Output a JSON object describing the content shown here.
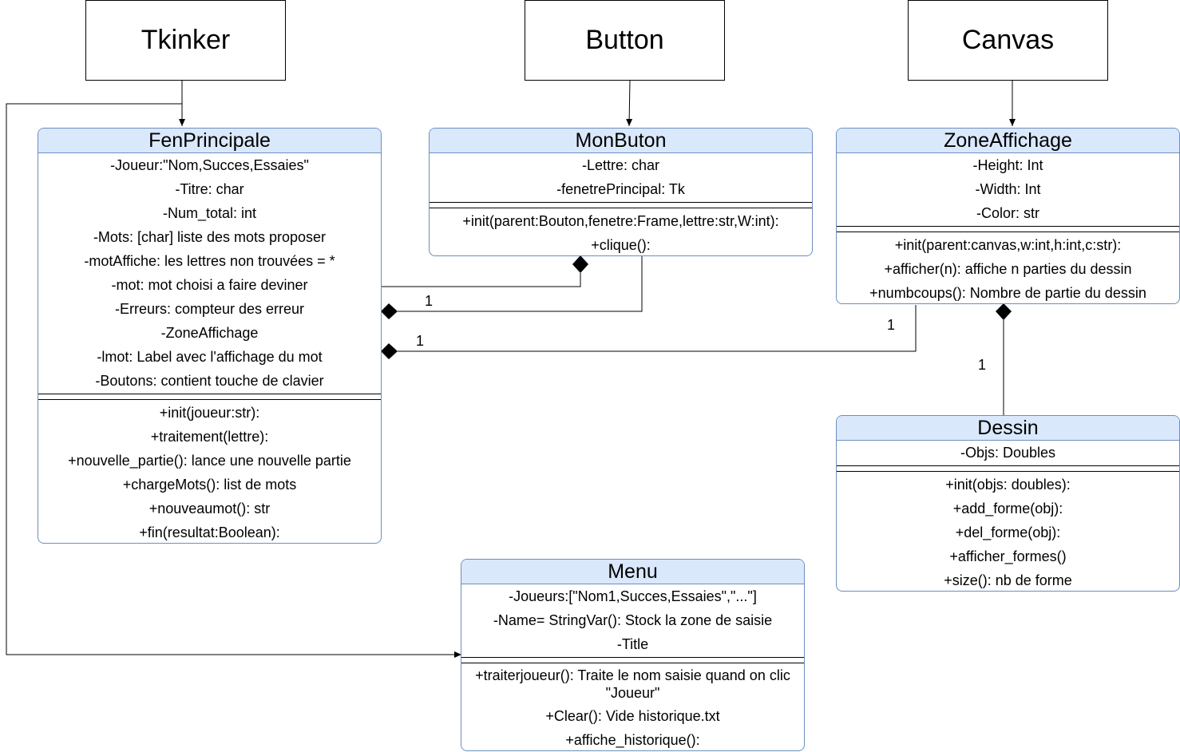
{
  "boxes": {
    "tkinker": "Tkinker",
    "button": "Button",
    "canvas": "Canvas"
  },
  "classes": {
    "fen": {
      "name": "FenPrincipale",
      "attributes": [
        "-Joueur:\"Nom,Succes,Essaies\"",
        "-Titre: char",
        "-Num_total: int",
        "-Mots: [char] liste des mots proposer",
        "-motAffiche: les lettres non trouvées = *",
        "-mot: mot choisi a faire deviner",
        "-Erreurs: compteur des erreur",
        "-ZoneAffichage",
        "-lmot: Label avec l'affichage du mot",
        "-Boutons: contient touche de clavier"
      ],
      "methods": [
        "+init(joueur:str):",
        "+traitement(lettre):",
        "+nouvelle_partie(): lance une nouvelle partie",
        "+chargeMots(): list de mots",
        "+nouveaumot(): str",
        "+fin(resultat:Boolean):"
      ]
    },
    "bouton": {
      "name": "MonButon",
      "attributes": [
        "-Lettre: char",
        "-fenetrePrincipal: Tk"
      ],
      "methods": [
        "+init(parent:Bouton,fenetre:Frame,lettre:str,W:int):",
        "+clique():"
      ]
    },
    "zone": {
      "name": "ZoneAffichage",
      "attributes": [
        "-Height: Int",
        "-Width: Int",
        "-Color: str"
      ],
      "methods": [
        "+init(parent:canvas,w:int,h:int,c:str):",
        "+afficher(n): affiche n parties du dessin",
        "+numbcoups(): Nombre de partie du dessin"
      ]
    },
    "dessin": {
      "name": "Dessin",
      "attributes": [
        "-Objs: Doubles"
      ],
      "methods": [
        "+init(objs: doubles):",
        "+add_forme(obj):",
        "+del_forme(obj):",
        "+afficher_formes()",
        "+size(): nb de forme"
      ]
    },
    "menu": {
      "name": "Menu",
      "attributes": [
        "-Joueurs:[\"Nom1,Succes,Essaies\",\"...\"]",
        "-Name= StringVar(): Stock la zone de saisie",
        "-Title"
      ],
      "methods": [
        "+traiterjoueur(): Traite le nom saisie quand on clic \"Joueur\"",
        "+Clear(): Vide historique.txt",
        "+affiche_historique():"
      ]
    }
  },
  "multiplicities": {
    "bouton_fen": "1",
    "zone_fen_left": "1",
    "zone_fen_right": "1",
    "dessin_zone": "1"
  }
}
